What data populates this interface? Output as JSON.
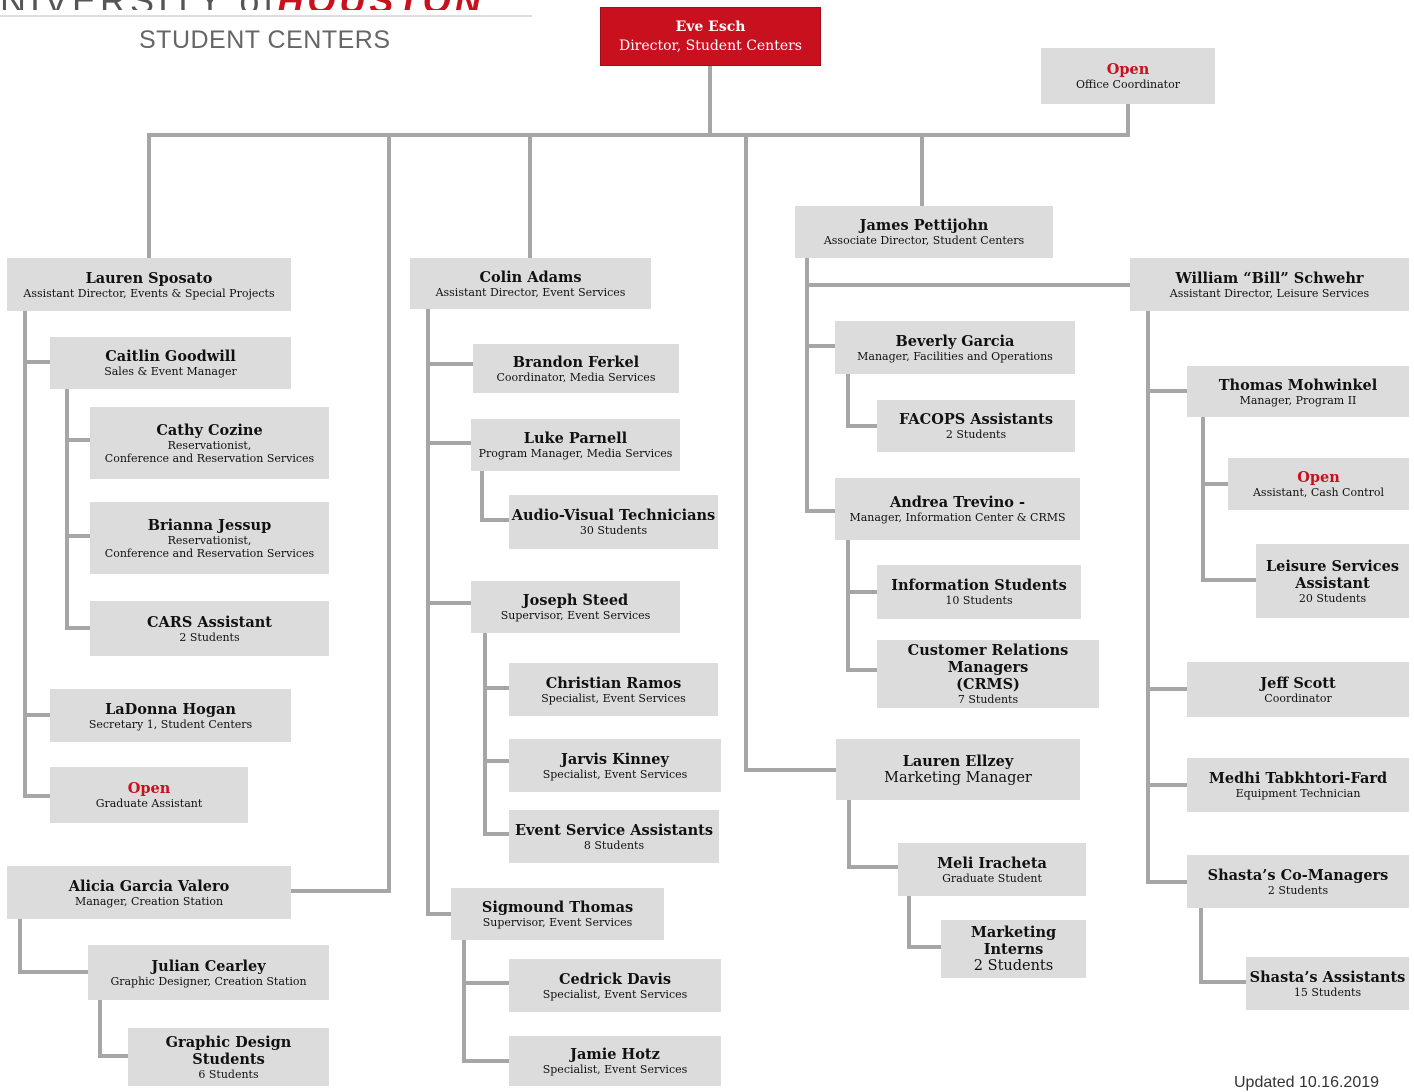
{
  "header": {
    "logo_prefix": "NIVERSITY of",
    "logo_name": "HOUSTON",
    "logo_sub": "STUDENT CENTERS"
  },
  "director": {
    "name": "Eve Esch",
    "title": "Director, Student Centers"
  },
  "office": {
    "name": "Open",
    "title": "Office Coordinator"
  },
  "col1": {
    "lead": {
      "name": "Lauren Sposato",
      "title": "Assistant Director,  Events & Special Projects"
    },
    "caitlin": {
      "name": "Caitlin Goodwill",
      "title": "Sales  & Event Manager"
    },
    "cathy": {
      "name": "Cathy Cozine",
      "title1": "Reservationist,",
      "title2": "Conference and Reservation Services"
    },
    "brianna": {
      "name": "Brianna Jessup",
      "title1": "Reservationist,",
      "title2": "Conference and Reservation Services"
    },
    "cars": {
      "name": "CARS Assistant",
      "title": "2 Students"
    },
    "ladonna": {
      "name": "LaDonna Hogan",
      "title": "Secretary 1,  Student Centers"
    },
    "open_ga": {
      "name": "Open",
      "title": "Graduate Assistant"
    },
    "alicia": {
      "name": "Alicia Garcia Valero",
      "title": "Manager, Creation Station"
    },
    "julian": {
      "name": "Julian Cearley",
      "title": "Graphic Designer, Creation Station"
    },
    "gds": {
      "name": "Graphic Design Students",
      "title": "6 Students"
    }
  },
  "col2": {
    "lead": {
      "name": "Colin Adams",
      "title": "Assistant Director, Event Services"
    },
    "brandon": {
      "name": "Brandon Ferkel",
      "title": "Coordinator, Media Services"
    },
    "luke": {
      "name": "Luke Parnell",
      "title": "Program Manager, Media Services"
    },
    "avt": {
      "name": "Audio-Visual Technicians",
      "title": "30 Students"
    },
    "joseph": {
      "name": "Joseph Steed",
      "title": "Supervisor, Event Services"
    },
    "christian": {
      "name": "Christian Ramos",
      "title": "Specialist, Event Services"
    },
    "jarvis": {
      "name": "Jarvis Kinney",
      "title": "Specialist, Event Services"
    },
    "esa": {
      "name": "Event Service Assistants",
      "title": "8 Students"
    },
    "sigmound": {
      "name": "Sigmound Thomas",
      "title": "Supervisor, Event Services"
    },
    "cedrick": {
      "name": "Cedrick Davis",
      "title": "Specialist, Event Services"
    },
    "jamie": {
      "name": "Jamie Hotz",
      "title": "Specialist, Event Services"
    }
  },
  "col3": {
    "lead": {
      "name": "James Pettijohn",
      "title": "Associate Director, Student Centers"
    },
    "beverly": {
      "name": "Beverly Garcia",
      "title": "Manager, Facilities and Operations"
    },
    "facops": {
      "name": "FACOPS Assistants",
      "title": "2 Students"
    },
    "andrea": {
      "name": "Andrea Trevino  -",
      "title": "Manager, Information Center & CRMS"
    },
    "info": {
      "name": "Information Students",
      "title": "10 Students"
    },
    "crms": {
      "name1": "Customer Relations Managers",
      "name2": "(CRMS)",
      "title": "7 Students"
    },
    "ellzey": {
      "name": "Lauren Ellzey",
      "title": "Marketing Manager"
    },
    "meli": {
      "name": "Meli Iracheta",
      "title": "Graduate Student"
    },
    "interns": {
      "name": "Marketing Interns",
      "title": "2 Students"
    }
  },
  "col4": {
    "lead": {
      "name": "William “Bill” Schwehr",
      "title": "Assistant Director, Leisure Services"
    },
    "thomas": {
      "name": "Thomas Mohwinkel",
      "title": "Manager, Program II"
    },
    "open_cash": {
      "name": "Open",
      "title": "Assistant, Cash Control"
    },
    "lsa": {
      "name1": "Leisure Services",
      "name2": "Assistant",
      "title": "20 Students"
    },
    "jeff": {
      "name": "Jeff Scott",
      "title": "Coordinator"
    },
    "medhi": {
      "name": "Medhi Tabkhtori-Fard",
      "title": "Equipment Technician"
    },
    "shasta_co": {
      "name": "Shasta’s Co-Managers",
      "title": "2 Students"
    },
    "shasta_as": {
      "name": "Shasta’s Assistants",
      "title": "15 Students"
    }
  },
  "footer": {
    "updated": "Updated 10.16.2019"
  },
  "colors": {
    "accent": "#c8101e",
    "box": "#dcdcdc",
    "line": "#a6a6a6"
  }
}
